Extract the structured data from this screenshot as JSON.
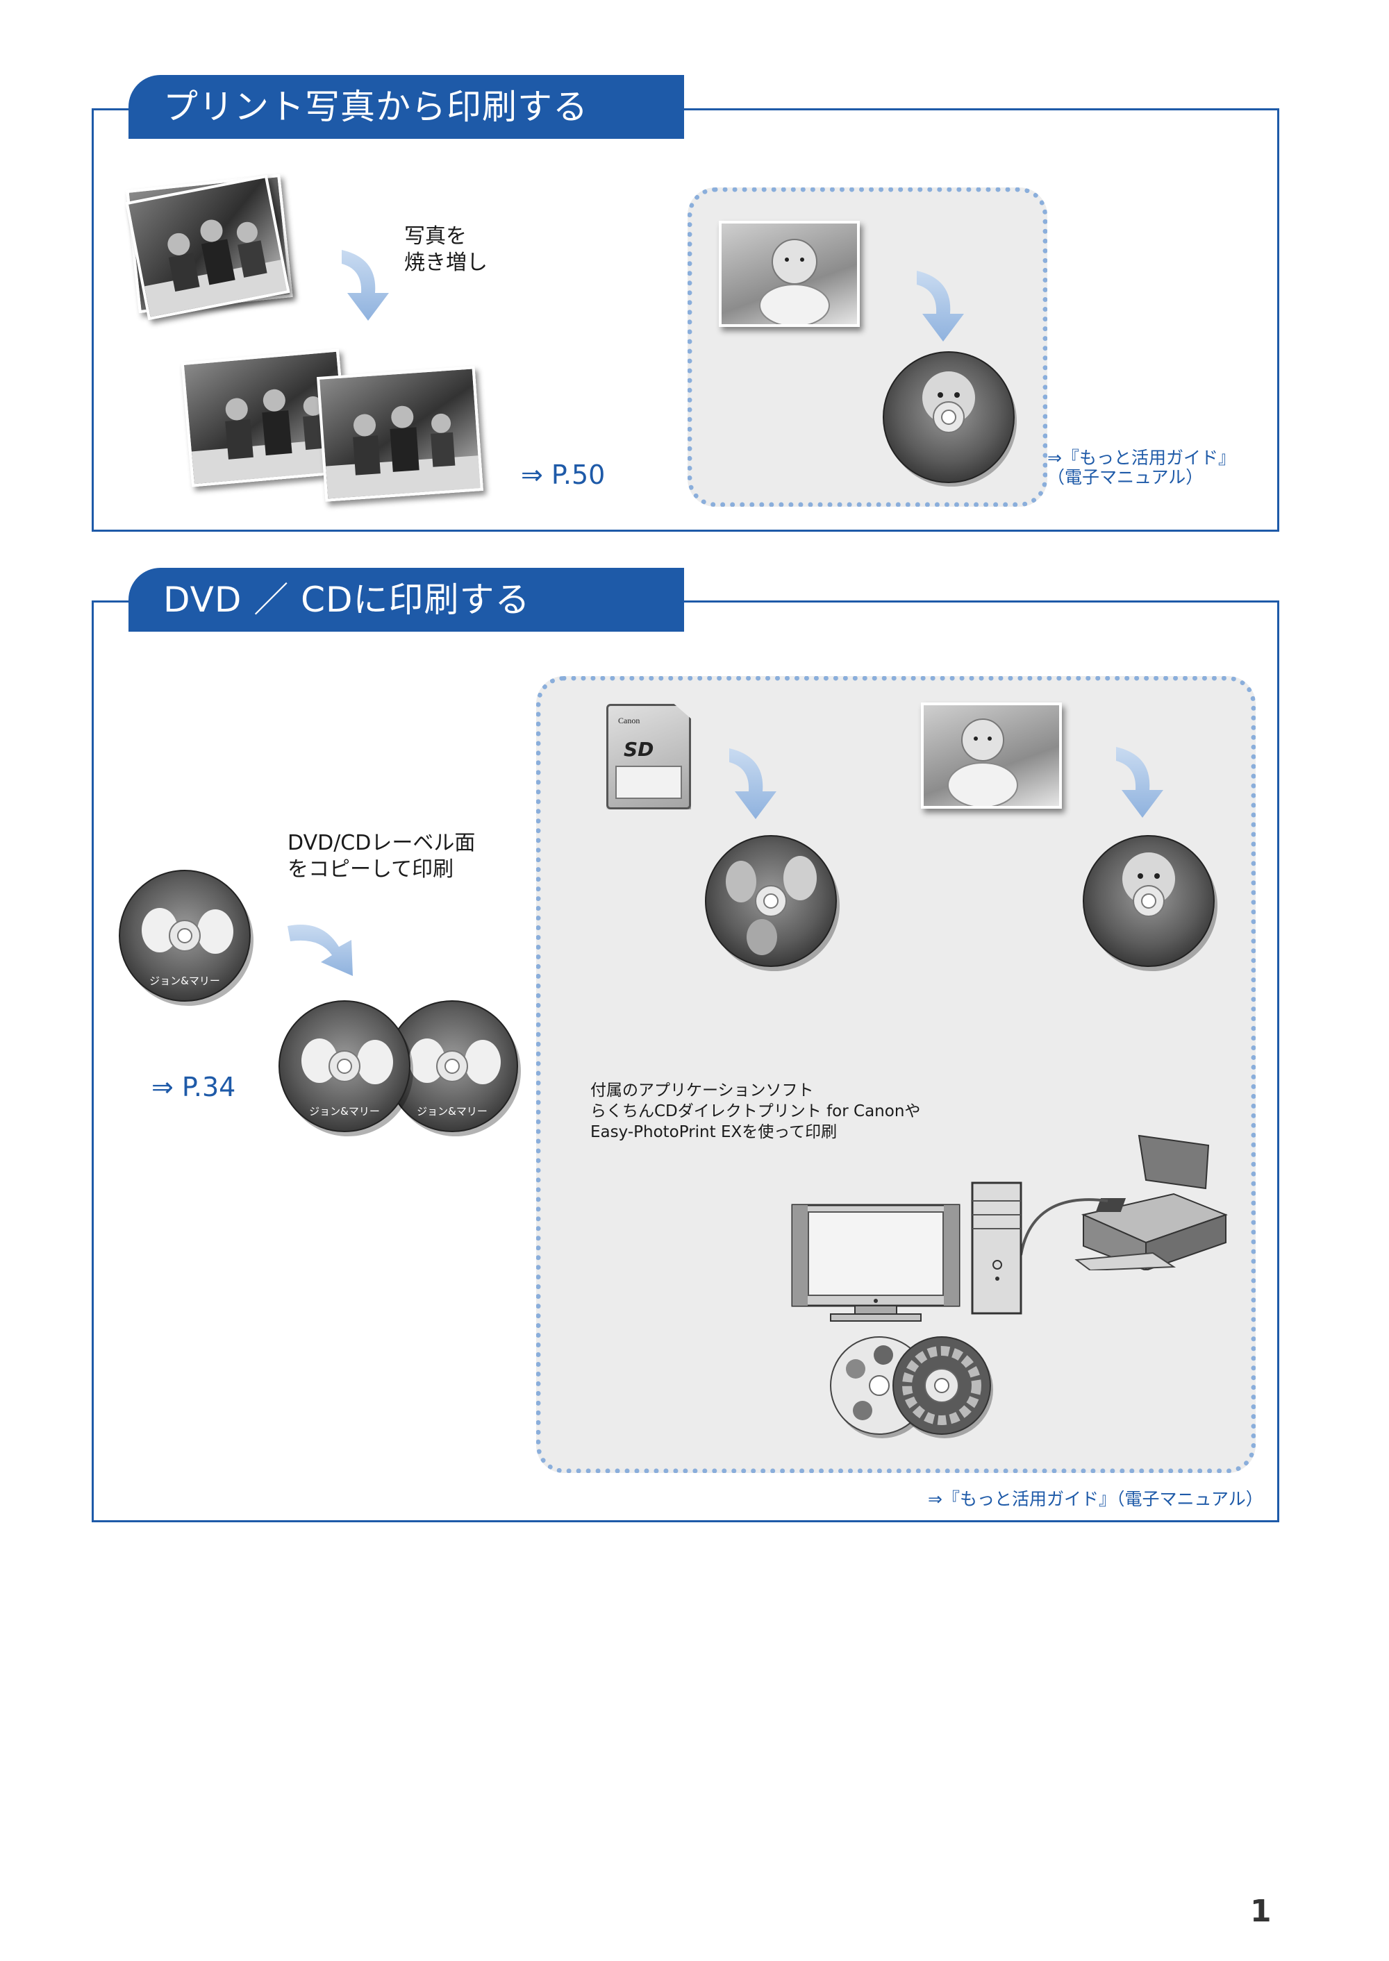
{
  "sections": {
    "photo_reprint": {
      "title": "プリント写真から印刷する",
      "caption": "写真を\n焼き増し",
      "page_ref": "⇒ P.50",
      "guide_ref": "⇒『もっと活用ガイド』\n（電子マニュアル）"
    },
    "disc_print": {
      "title": "DVD ／ CDに印刷する",
      "copy_caption": "DVD/CDレーベル面\nをコピーして印刷",
      "page_ref": "⇒ P.34",
      "software_caption": "付属のアプリケーションソフト\nらくちんCDダイレクトプリント for Canonや\nEasy-PhotoPrint EXを使って印刷",
      "guide_ref": "⇒『もっと活用ガイド』（電子マニュアル）",
      "disc_label": "ジョン&マリー",
      "sd_brand": "Canon",
      "sd_logo": "SD"
    }
  },
  "page_number": "1",
  "colors": {
    "accent": "#1e5aa8",
    "panel_bg": "#ececec",
    "panel_dots": "#8aaedb",
    "arrow": "#a9c4e6"
  }
}
